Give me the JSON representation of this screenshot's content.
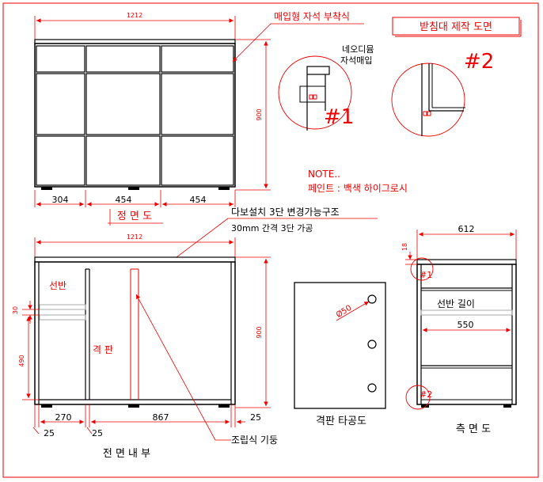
{
  "title": "받침대 제작 도면",
  "front_view": {
    "overall_width": "1212",
    "height": "900",
    "dim_left": "304",
    "dim_center": "454",
    "dim_right": "454",
    "caption": "정 면 도",
    "callout_magnet": "매입형 자석 부착식"
  },
  "details": {
    "detail1_note_line1": "네오디뮴",
    "detail1_note_line2": "자석매입",
    "detail1_label": "#1",
    "detail2_label": "#2"
  },
  "note": {
    "title": "NOTE..",
    "paint": "페인트 : 백색 하이그로시"
  },
  "inner_view": {
    "overall_width": "1212",
    "height": "900",
    "callout_shelf_line1": "다보설치 3단 변경가능구조",
    "callout_shelf_line2": "30mm 간격 3단 가공",
    "label_shelf": "선반",
    "label_partition": "격 판",
    "dim_30": "30",
    "dim_490": "490",
    "dim_270": "270",
    "dim_867": "867",
    "dim_25_right": "25",
    "dim_25_a": "25",
    "dim_25_b": "25",
    "callout_post": "조립식 기둥",
    "caption": "전 면 내 부"
  },
  "partition_view": {
    "hole_label": "Ø50",
    "caption": "격판 타공도"
  },
  "side_view": {
    "width": "612",
    "dim_18": "18",
    "label_shelf_depth": "선반 길이",
    "dim_550": "550",
    "marker1": "#1",
    "marker2": "#2",
    "caption": "측 면 도"
  }
}
